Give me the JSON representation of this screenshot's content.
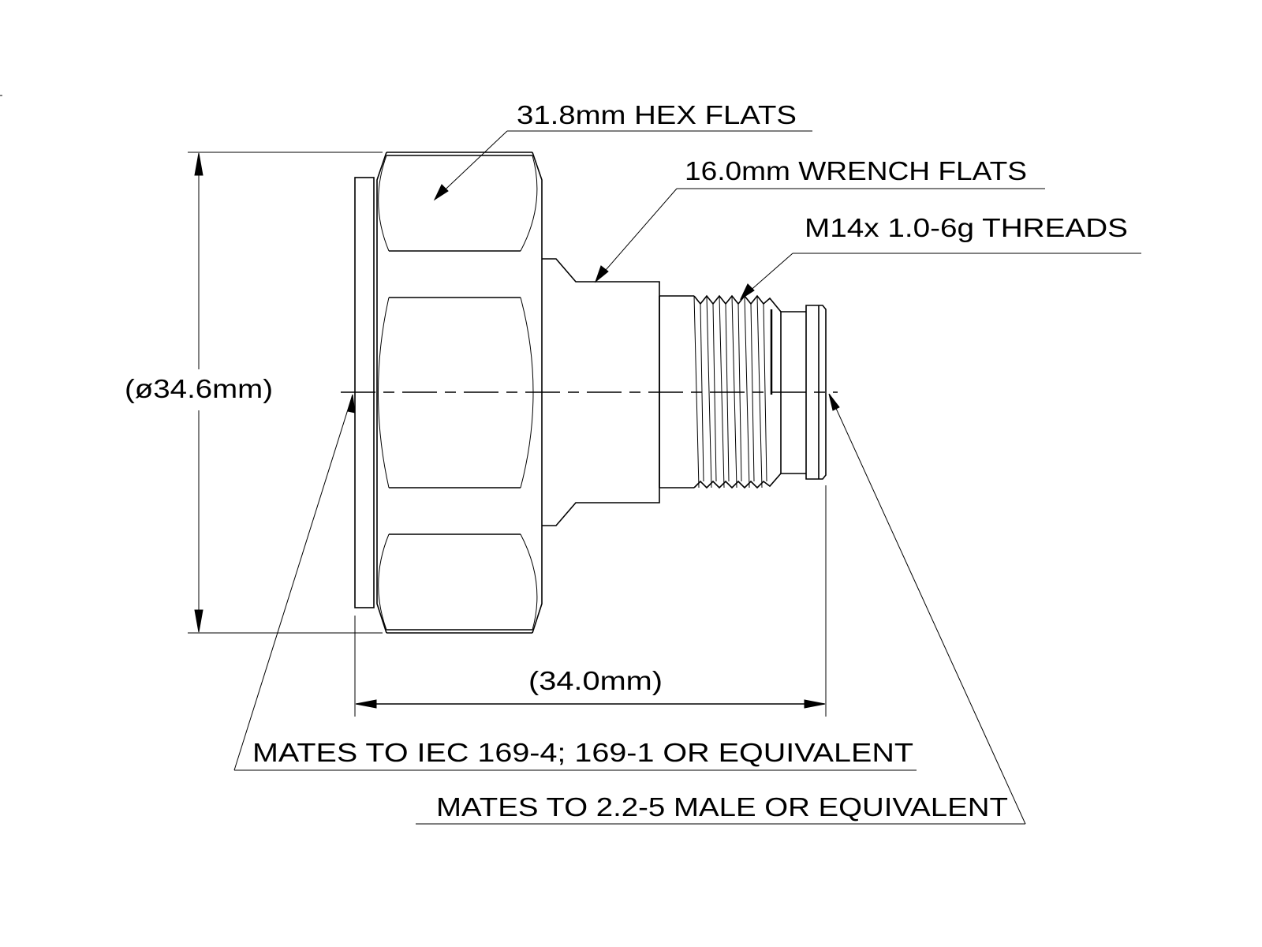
{
  "drawing": {
    "callouts": {
      "hex_flats": "31.8mm HEX FLATS",
      "wrench_flats": "16.0mm WRENCH FLATS",
      "threads": "M14x 1.0-6g THREADS",
      "mates_iec": "MATES TO IEC 169-4; 169-1 OR EQUIVALENT",
      "mates_male": "MATES TO 2.2-5 MALE OR EQUIVALENT"
    },
    "dimensions": {
      "diameter": "(ø34.6mm)",
      "length": "(34.0mm)"
    },
    "line_color": "#000000",
    "background_color": "#ffffff"
  }
}
